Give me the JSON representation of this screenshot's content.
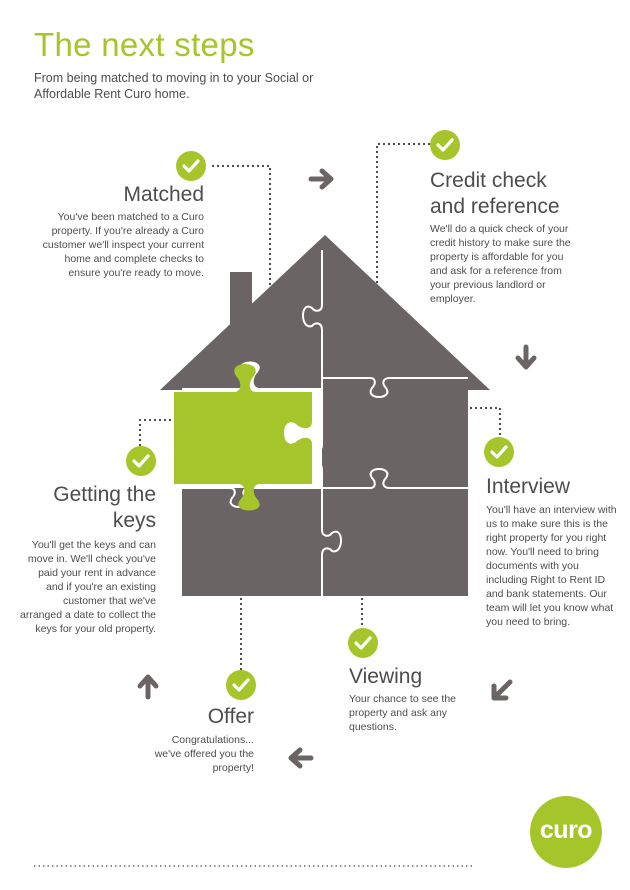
{
  "header": {
    "title": "The next steps",
    "subtitle": "From being matched to moving in to your Social or Affordable Rent Curo home."
  },
  "colors": {
    "accent": "#a6c52a",
    "house": "#6b6464",
    "text": "#4d4d4d",
    "arrow": "#6b6464"
  },
  "steps": {
    "matched": {
      "title": "Matched",
      "text": "You've been matched to a Curo property. If you're already a Curo customer we'll inspect your current home and complete checks to ensure you're ready to move."
    },
    "credit": {
      "title_line1": "Credit check",
      "title_line2": "and reference",
      "text": "We'll do a quick check of your credit history to make sure the property is affordable for you and ask for a reference from your previous landlord or employer."
    },
    "interview": {
      "title": "Interview",
      "text": "You'll have an interview with us to make sure this is the right property for you right now. You'll need to bring documents with you including Right to Rent ID and bank statements. Our team will let you know what you need to bring."
    },
    "viewing": {
      "title": "Viewing",
      "text": "Your chance to see the property and ask any questions."
    },
    "offer": {
      "title": "Offer",
      "text": "Congratulations... we've offered you the property!"
    },
    "keys": {
      "title_line1": "Getting the",
      "title_line2": "keys",
      "text": "You'll get the keys and can move in. We'll check you've paid your rent in advance and if you're an existing customer that we've arranged a date to collect the keys for your old property."
    }
  },
  "logo": {
    "text": "curo"
  },
  "icons": {
    "check": "check-circle-icon",
    "arrow": "arrow-icon"
  }
}
